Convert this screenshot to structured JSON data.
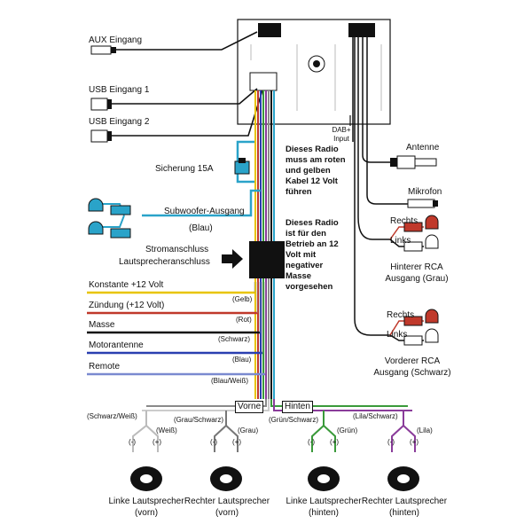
{
  "labels": {
    "aux": "AUX Eingang",
    "usb1": "USB Eingang 1",
    "usb2": "USB Eingang 2",
    "fuse": "Sicherung 15A",
    "subwoofer": "Subwoofer-Ausgang",
    "subwoofer_color": "(Blau)",
    "power_line1": "Stromanschluss",
    "power_line2": "Lautsprecheranschluss",
    "wire_12v_const": "Konstante +12 Volt",
    "wire_12v_const_color": "(Gelb)",
    "wire_ignition": "Zündung (+12 Volt)",
    "wire_ignition_color": "(Rot)",
    "wire_ground": "Masse",
    "wire_ground_color": "(Schwarz)",
    "wire_antenna_motor": "Motorantenne",
    "wire_antenna_motor_color": "(Blau)",
    "wire_remote": "Remote",
    "wire_remote_color": "(Blau/Weiß)",
    "dab": "DAB+",
    "dab_input": "Input",
    "antenna": "Antenne",
    "microphone": "Mikrofon",
    "rear_right": "Rechts",
    "rear_left": "Links",
    "rear_rca_1": "Hinterer RCA",
    "rear_rca_2": "Ausgang (Grau)",
    "front_right": "Rechts",
    "front_left": "Links",
    "front_rca_1": "Vorderer RCA",
    "front_rca_2": "Ausgang (Schwarz)",
    "note1": "Dieses Radio muss am roten und gelben Kabel 12 Volt führen",
    "note2": "Dieses Radio ist für den Betrieb an 12 Volt mit negativer Masse vorgesehen",
    "front_box": "Vorne",
    "rear_box": "Hinten",
    "rear_box_sub": "(Grün/Schwarz)",
    "fl_neg": "(Schwarz/Weiß)",
    "fl_pos": "(Weiß)",
    "fr_neg": "(Grau/Schwarz)",
    "fr_pos": "(Grau)",
    "rl_pos": "(Grün)",
    "rr_neg": "(Lila/Schwarz)",
    "rr_pos": "(Lila)",
    "minus": "(-)",
    "plus": "(+)",
    "spk_fl_1": "Linke Lautsprecher",
    "spk_fl_2": "(vorn)",
    "spk_fr_1": "Rechter Lautsprecher",
    "spk_fr_2": "(vorn)",
    "spk_rl_1": "Linke Lautsprecher",
    "spk_rl_2": "(hinten)",
    "spk_rr_1": "Rechter Lautsprecher",
    "spk_rr_2": "(hinten)"
  },
  "colors": {
    "yellow": "#e8c400",
    "red": "#c0392b",
    "blue": "#2a3fb0",
    "cyan": "#2aa3c9",
    "green": "#3a9a3a",
    "purple": "#8a3c9a",
    "gray": "#8a8a8a",
    "black": "#111111"
  }
}
